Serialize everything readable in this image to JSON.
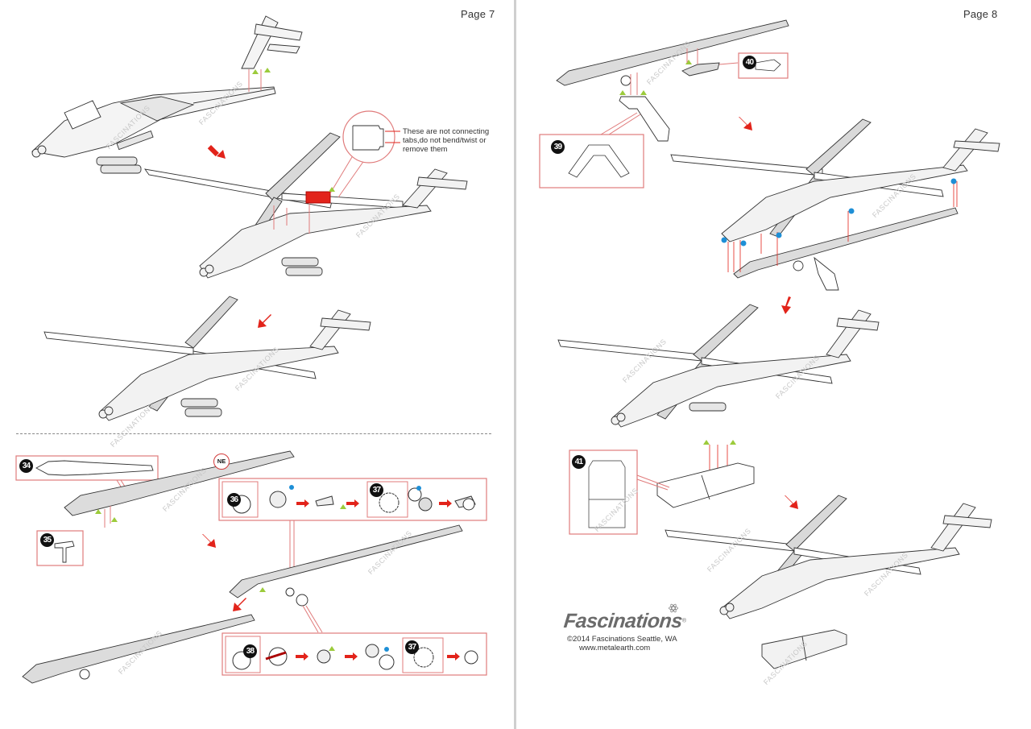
{
  "document": {
    "title": "Metal Earth AH-64 Apache assembly instructions",
    "pages": [
      {
        "label": "Page 7"
      },
      {
        "label": "Page 8"
      }
    ]
  },
  "callout": {
    "note": "These are not connecting tabs,do not bend/twist or remove them"
  },
  "marker": {
    "ne": "NE"
  },
  "steps": {
    "s34": "34",
    "s35": "35",
    "s36": "36",
    "s37a": "37",
    "s37b": "37",
    "s38": "38",
    "s39": "39",
    "s40": "40",
    "s41": "41"
  },
  "watermark": {
    "text": "FASCINATIONS"
  },
  "brand": {
    "logo": "Fascinations",
    "reg": "®",
    "copyright": "©2014 Fascinations Seattle, WA",
    "url": "www.metalearth.com"
  },
  "colors": {
    "accent_red": "#e2231a",
    "callout_line": "#e07b7b",
    "tab_green": "#9ccb3b",
    "dot_blue": "#1e8fd6",
    "part_fill": "#d9d9d9",
    "line": "#333333"
  }
}
